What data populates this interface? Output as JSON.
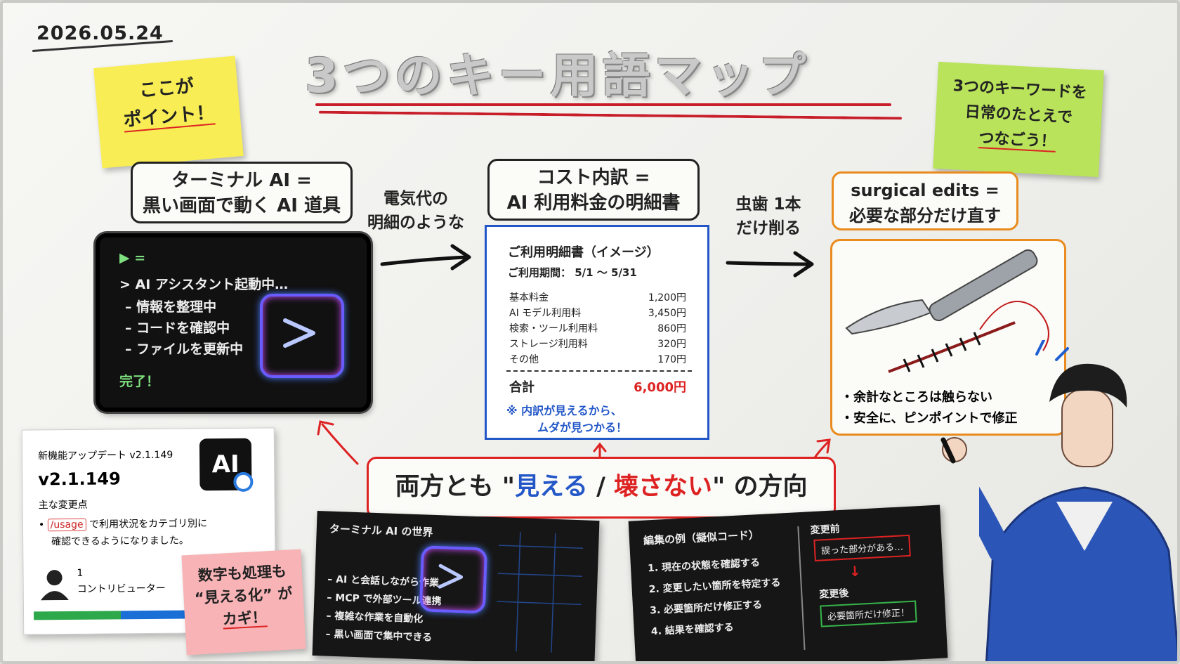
{
  "date": "2026.05.24",
  "title": "3つのキー用語マップ",
  "sticky_point": {
    "line1": "ここが",
    "line2": "ポイント！"
  },
  "sticky_keywords": {
    "line1": "3つのキーワードを",
    "line2": "日常のたとえで",
    "line3": "つなごう！"
  },
  "sticky_numbers": {
    "line1": "数字も処理も",
    "line2": "“見える化” が",
    "line3": "カギ！"
  },
  "terminal_label": {
    "line1": "ターミナル AI =",
    "line2": "黒い画面で動く AI 道具"
  },
  "arrow1_text": {
    "line1": "電気代の",
    "line2": "明細のような"
  },
  "cost_label": {
    "line1": "コスト内訳 =",
    "line2": "AI 利用料金の明細書"
  },
  "arrow2_text": {
    "line1": "虫歯 1本",
    "line2": "だけ削る"
  },
  "surgical_label": {
    "line1": "surgical edits =",
    "line2": "必要な部分だけ直す"
  },
  "terminal": {
    "prompt": "▶ =",
    "lines": [
      "> AI アシスタント起動中…",
      "– 情報を整理中",
      "– コードを確認中",
      "– ファイルを更新中"
    ],
    "done": "完了！"
  },
  "receipt": {
    "title": "ご利用明細書（イメージ）",
    "period": "ご利用期間： 5/1 ～ 5/31",
    "rows": [
      {
        "label": "基本料金",
        "value": "1,200円"
      },
      {
        "label": "AI モデル利用料",
        "value": "3,450円"
      },
      {
        "label": "検索・ツール利用料",
        "value": "860円"
      },
      {
        "label": "ストレージ利用料",
        "value": "320円"
      },
      {
        "label": "その他",
        "value": "170円"
      }
    ],
    "total_label": "合計",
    "total_value": "6,000円",
    "note1": "※ 内訳が見えるから、",
    "note2": "ムダが見つかる！"
  },
  "surgical": {
    "bullet1": "・余計なところは触らない",
    "bullet2": "・安全に、ピンポイントで修正"
  },
  "bottom_box": {
    "prefix": "両方とも \"",
    "word1": "見える",
    "sep": " / ",
    "word2": "壊さない",
    "suffix": "\" の方向"
  },
  "update_card": {
    "header": "新機能アップデート v2.1.149",
    "version": "v2.1.149",
    "subtitle": "主な変更点",
    "code": "/usage",
    "desc1": "で利用状況をカテゴリ別に",
    "desc2": "確認できるようになりました。",
    "contributors_count": "1",
    "contributors_label": "コントリビューター",
    "logo": "AI"
  },
  "world_card": {
    "title": "ターミナル AI の世界",
    "items": [
      "– AI と会話しながら作業",
      "– MCP で外部ツール連携",
      "– 複雑な作業を自動化",
      "– 黒い画面で集中できる"
    ]
  },
  "edit_card": {
    "title": "編集の例（擬似コード）",
    "steps": [
      "1. 現在の状態を確認する",
      "2. 変更したい箇所を特定する",
      "3. 必要箇所だけ修正する",
      "4. 結果を確認する"
    ],
    "before_label": "変更前",
    "before_text": "誤った部分がある…",
    "after_label": "変更後",
    "after_text": "必要箇所だけ修正！"
  },
  "colors": {
    "accent_red": "#d22222",
    "accent_blue": "#2357c8",
    "accent_orange": "#e98b1e",
    "terminal_green": "#7ee07e"
  }
}
